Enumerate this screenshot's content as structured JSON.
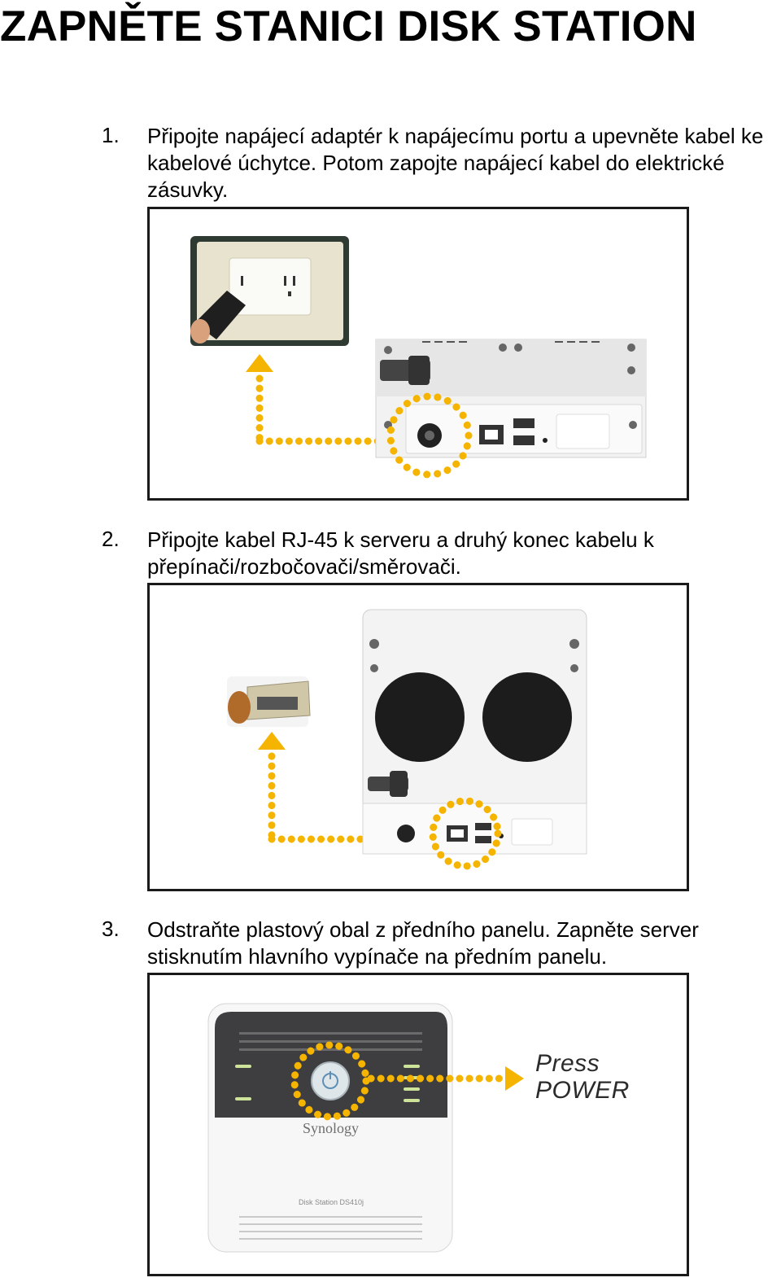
{
  "page": {
    "title": "ZAPNĚTE STANICI DISK STATION"
  },
  "steps": [
    {
      "number": "1.",
      "text": "Připojte napájecí adaptér k napájecímu portu a upevněte kabel ke kabelové úchytce. Potom zapojte napájecí kabel do elektrické zásuvky."
    },
    {
      "number": "2.",
      "text": "Připojte kabel RJ-45 k serveru a druhý konec kabelu k přepínači/rozbočovači/směrovači."
    },
    {
      "number": "3.",
      "text": "Odstraňte plastový obal z předního panelu. Zapněte server stisknutím hlavního vypínače na předním panelu."
    }
  ],
  "figure3": {
    "press_line1": "Press",
    "press_line2": "POWER",
    "brand_logo": "Synology",
    "model_label": "Disk Station DS410j"
  },
  "colors": {
    "arrow_dots": "#f4b400",
    "frame": "#1a1a1a"
  }
}
